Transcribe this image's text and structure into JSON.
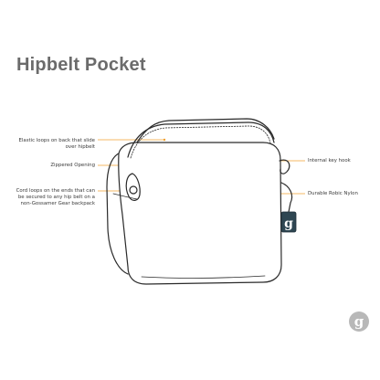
{
  "diagram": {
    "title": "Hipbelt Pocket",
    "accent_color": "#f0a030",
    "callouts": [
      {
        "id": "c1",
        "side": "left",
        "text": "Elastic loops on back that slide over hipbelt"
      },
      {
        "id": "c2",
        "side": "left",
        "text": "Zippered Opening"
      },
      {
        "id": "c3",
        "side": "left",
        "text": "Cord loops on the ends that can be secured to any hip belt on a non-Gossamer Gear backpack"
      },
      {
        "id": "c4",
        "side": "right",
        "text": "Internal key hook"
      },
      {
        "id": "c5",
        "side": "right",
        "text": "Durable Robic Nylon"
      }
    ],
    "brand_tag_letter": "g",
    "watermark_letter": "g"
  }
}
